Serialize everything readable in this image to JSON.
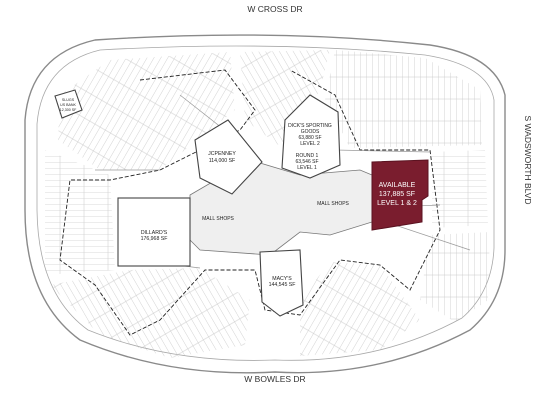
{
  "roads": {
    "north": "W CROSS DR",
    "south": "W BOWLES DR",
    "east": "S WADSWORTH BLVD"
  },
  "stores": {
    "jcpenney": {
      "name": "JCPENNEY",
      "size": "114,000 SF"
    },
    "dicks": {
      "line1": "DICK'S SPORTING",
      "line2": "GOODS",
      "size": "63,880 SF",
      "level": "LEVEL 2"
    },
    "round1": {
      "name": "ROUND 1",
      "size": "63,546 SF",
      "level": "LEVEL 1"
    },
    "dillards": {
      "name": "DILLARD'S",
      "size": "176,968 SF"
    },
    "macys": {
      "name": "MACY'S",
      "size": "144,545 SF"
    },
    "bank": {
      "line1": "SLUGS",
      "line2": "US BANK",
      "size": "12,300 SF"
    }
  },
  "mall_shops": [
    "MALL SHOPS",
    "MALL SHOPS"
  ],
  "available": {
    "title": "AVAILABLE",
    "size": "137,885 SF",
    "level": "LEVEL 1 & 2",
    "color": "#7a1d2e"
  },
  "colors": {
    "line": "#9a9a9a",
    "building": "#555555",
    "mall_floor": "#efefef"
  }
}
